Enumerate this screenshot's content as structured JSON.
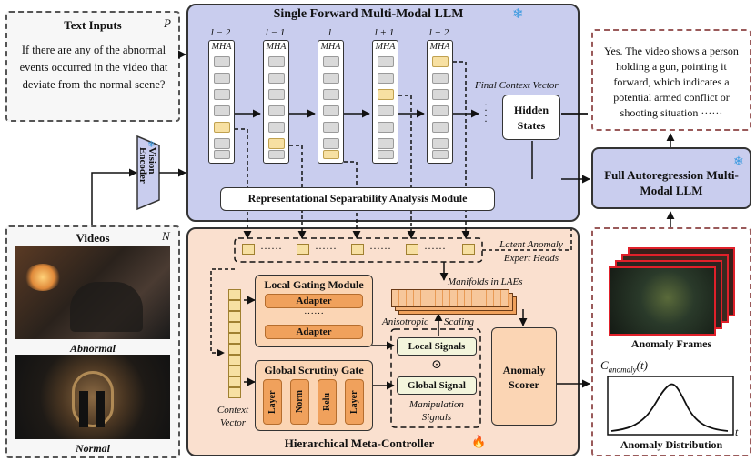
{
  "text_inputs": {
    "title": "Text Inputs",
    "marker": "P",
    "question": "If there are any of the abnormal events occurred in the video that deviate from the normal scene?"
  },
  "videos": {
    "title": "Videos",
    "marker": "N",
    "abnormal_label": "Abnormal",
    "normal_label": "Normal"
  },
  "vision_encoder": {
    "label": "Vision Encoder",
    "frozen_icon": "snowflake-icon"
  },
  "llm": {
    "title": "Single Forward Multi-Modal LLM",
    "frozen_icon": "snowflake-icon",
    "layers": [
      {
        "index": "l − 2",
        "name": "MHA"
      },
      {
        "index": "l − 1",
        "name": "MHA"
      },
      {
        "index": "l",
        "name": "MHA"
      },
      {
        "index": "l + 1",
        "name": "MHA"
      },
      {
        "index": "l + 2",
        "name": "MHA"
      }
    ],
    "final_context": "Final Context Vector",
    "hidden_states": "Hidden States",
    "rsa_module": "Representational Separability Analysis Module"
  },
  "latent_heads": {
    "label": "Latent Anomaly Expert Heads",
    "dots": "······"
  },
  "controller": {
    "title": "Hierarchical Meta-Controller",
    "tunable_icon": "fire-icon",
    "context_vector": "Context Vector",
    "local_gating": "Local Gating Module",
    "adapter": "Adapter",
    "adapter_dots": "······",
    "global_gate": "Global Scrutiny Gate",
    "gate_layers": [
      "Layer",
      "Norm",
      "Relu",
      "Layer"
    ],
    "manifolds": "Manifolds in LAEs",
    "anisotropic": "Anisotropic",
    "scaling": "Scaling",
    "local_signals": "Local Signals",
    "odot": "⊙",
    "global_signal": "Global Signal",
    "manipulation": "Manipulation Signals",
    "anomaly_scorer": "Anomaly Scorer"
  },
  "output": {
    "answer": "Yes. The video shows a person holding a gun, pointing it forward, which indicates a potential armed conflict or shooting situation ······",
    "full_llm": "Full Autoregression Multi-Modal LLM",
    "frozen_icon": "snowflake-icon",
    "anomaly_frames": "Anomaly Frames",
    "c_anomaly": "C",
    "c_sub": "anomaly",
    "c_arg": "(t)",
    "t_axis": "t",
    "anomaly_distribution": "Anomaly Distribution"
  },
  "colors": {
    "llm_bg": "#c9cdee",
    "controller_bg": "#fae0cf",
    "highlight": "#f7e0a2",
    "orange": "#f0a15c",
    "frozen": "#3d9be0"
  }
}
